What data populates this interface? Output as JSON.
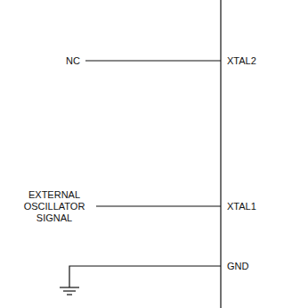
{
  "diagram": {
    "labels": [
      "NC",
      "XTAL2",
      "EXTERNAL OSCILLATOR SIGNAL",
      "XTAL1",
      "GND"
    ]
  }
}
